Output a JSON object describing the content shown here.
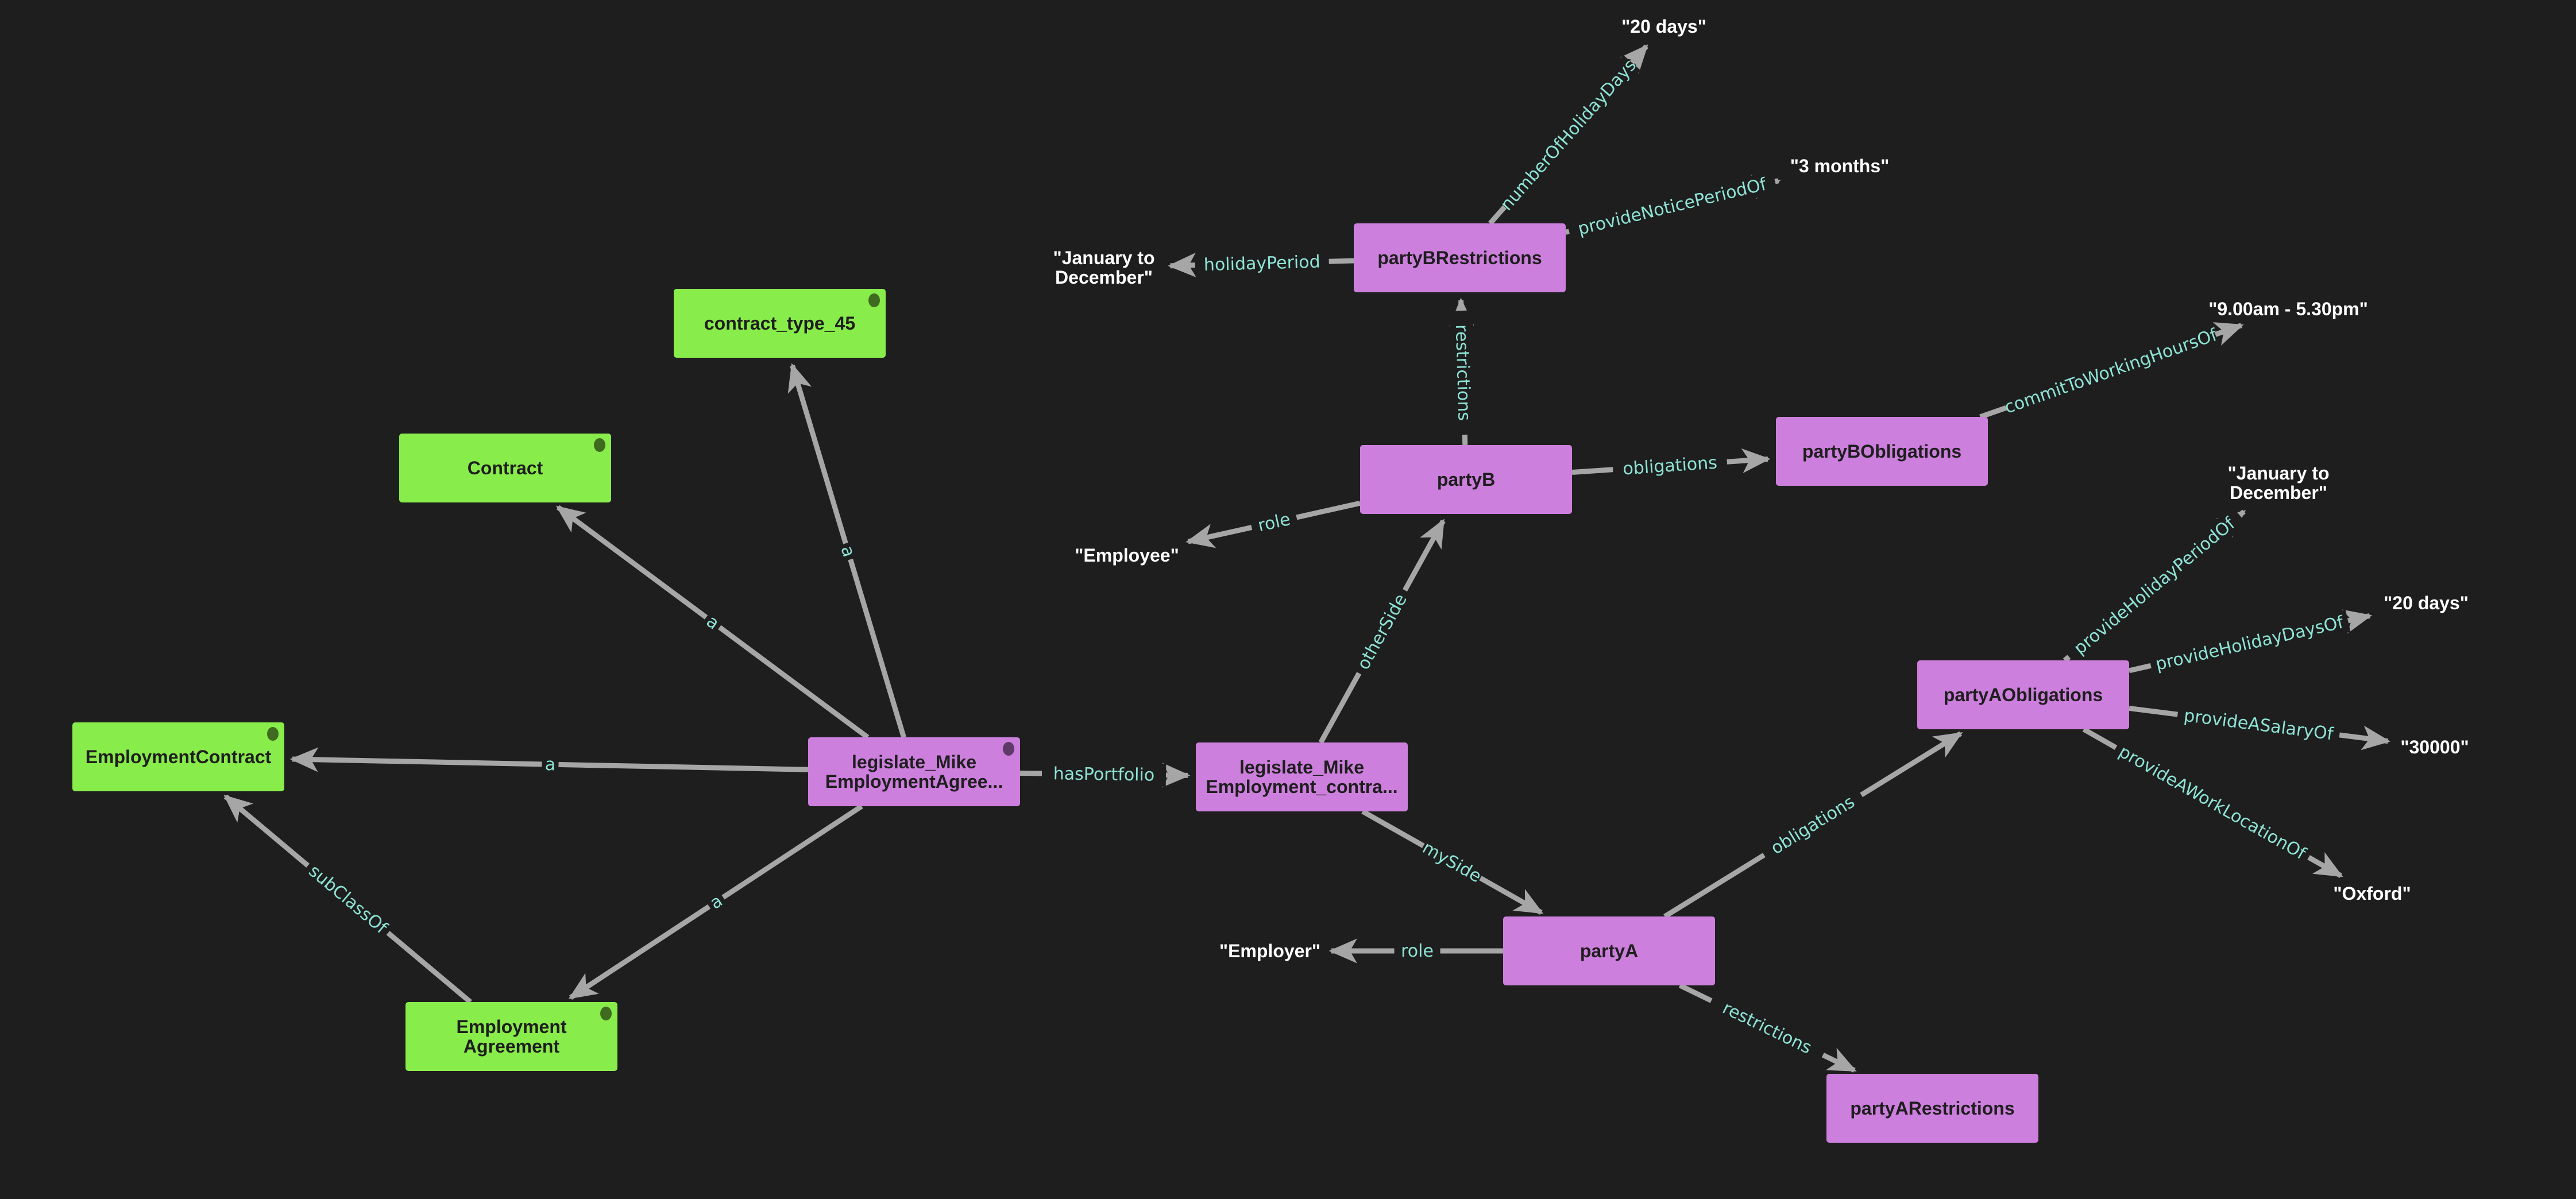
{
  "colors": {
    "background": "#1e1e1e",
    "class_node": "#88ec4a",
    "class_dot": "#3f6b20",
    "instance_node": "#cd7fdd",
    "instance_dot": "#5e3a6a",
    "edge": "#a6a6a6",
    "edge_label": "#8ee3d6",
    "literal": "#ffffff",
    "node_text": "#1e1e1e"
  },
  "nodes": [
    {
      "id": "contract_type_45",
      "lines": [
        "contract_type_45"
      ],
      "kind": "class",
      "dot": true
    },
    {
      "id": "Contract",
      "lines": [
        "Contract"
      ],
      "kind": "class",
      "dot": true
    },
    {
      "id": "EmploymentContract",
      "lines": [
        "EmploymentContract"
      ],
      "kind": "class",
      "dot": true
    },
    {
      "id": "EmploymentAgreement",
      "lines": [
        "Employment",
        "Agreement"
      ],
      "kind": "class",
      "dot": true
    },
    {
      "id": "legislate_Mike_EmploymentAgreement",
      "lines": [
        "legislate_Mike",
        "EmploymentAgree..."
      ],
      "kind": "instance",
      "dot": true
    },
    {
      "id": "legislate_Mike_Employment_contract",
      "lines": [
        "legislate_Mike",
        "Employment_contra..."
      ],
      "kind": "instance",
      "dot": false
    },
    {
      "id": "partyB",
      "lines": [
        "partyB"
      ],
      "kind": "instance",
      "dot": false
    },
    {
      "id": "partyBRestrictions",
      "lines": [
        "partyBRestrictions"
      ],
      "kind": "instance",
      "dot": false
    },
    {
      "id": "partyBObligations",
      "lines": [
        "partyBObligations"
      ],
      "kind": "instance",
      "dot": false
    },
    {
      "id": "partyAObligations",
      "lines": [
        "partyAObligations"
      ],
      "kind": "instance",
      "dot": false
    },
    {
      "id": "partyA",
      "lines": [
        "partyA"
      ],
      "kind": "instance",
      "dot": false
    },
    {
      "id": "partyARestrictions",
      "lines": [
        "partyARestrictions"
      ],
      "kind": "instance",
      "dot": false
    }
  ],
  "literals": [
    {
      "id": "lit_20days_b",
      "lines": [
        "\"20 days\""
      ]
    },
    {
      "id": "lit_3months",
      "lines": [
        "\"3 months\""
      ]
    },
    {
      "id": "lit_jan_dec_b",
      "lines": [
        "\"January to",
        "December\""
      ]
    },
    {
      "id": "lit_hours",
      "lines": [
        "\"9.00am - 5.30pm\""
      ]
    },
    {
      "id": "lit_employee",
      "lines": [
        "\"Employee\""
      ]
    },
    {
      "id": "lit_jan_dec_a",
      "lines": [
        "\"January to",
        "December\""
      ]
    },
    {
      "id": "lit_20days_a",
      "lines": [
        "\"20 days\""
      ]
    },
    {
      "id": "lit_30000",
      "lines": [
        "\"30000\""
      ]
    },
    {
      "id": "lit_oxford",
      "lines": [
        "\"Oxford\""
      ]
    },
    {
      "id": "lit_employer",
      "lines": [
        "\"Employer\""
      ]
    }
  ],
  "edges": [
    {
      "from": "legislate_Mike_EmploymentAgreement",
      "to": "contract_type_45",
      "label": "a"
    },
    {
      "from": "legislate_Mike_EmploymentAgreement",
      "to": "Contract",
      "label": "a"
    },
    {
      "from": "legislate_Mike_EmploymentAgreement",
      "to": "EmploymentContract",
      "label": "a"
    },
    {
      "from": "legislate_Mike_EmploymentAgreement",
      "to": "EmploymentAgreement",
      "label": "a"
    },
    {
      "from": "EmploymentAgreement",
      "to": "EmploymentContract",
      "label": "subClassOf"
    },
    {
      "from": "legislate_Mike_EmploymentAgreement",
      "to": "legislate_Mike_Employment_contract",
      "label": "hasPortfolio"
    },
    {
      "from": "legislate_Mike_Employment_contract",
      "to": "partyB",
      "label": "otherSide"
    },
    {
      "from": "legislate_Mike_Employment_contract",
      "to": "partyA",
      "label": "mySide"
    },
    {
      "from": "partyB",
      "to": "partyBRestrictions",
      "label": "restrictions"
    },
    {
      "from": "partyB",
      "to": "partyBObligations",
      "label": "obligations"
    },
    {
      "from": "partyB",
      "to": "lit_employee",
      "label": "role"
    },
    {
      "from": "partyBRestrictions",
      "to": "lit_20days_b",
      "label": "numberOfHolidayDays"
    },
    {
      "from": "partyBRestrictions",
      "to": "lit_3months",
      "label": "provideNoticePeriodOf"
    },
    {
      "from": "partyBRestrictions",
      "to": "lit_jan_dec_b",
      "label": "holidayPeriod"
    },
    {
      "from": "partyBObligations",
      "to": "lit_hours",
      "label": "commitToWorkingHoursOf"
    },
    {
      "from": "partyA",
      "to": "partyAObligations",
      "label": "obligations"
    },
    {
      "from": "partyA",
      "to": "partyARestrictions",
      "label": "restrictions"
    },
    {
      "from": "partyA",
      "to": "lit_employer",
      "label": "role"
    },
    {
      "from": "partyAObligations",
      "to": "lit_jan_dec_a",
      "label": "provideHolidayPeriodOf"
    },
    {
      "from": "partyAObligations",
      "to": "lit_20days_a",
      "label": "provideHolidayDaysOf"
    },
    {
      "from": "partyAObligations",
      "to": "lit_30000",
      "label": "provideASalaryOf"
    },
    {
      "from": "partyAObligations",
      "to": "lit_oxford",
      "label": "provideAWorkLocationOf"
    }
  ]
}
